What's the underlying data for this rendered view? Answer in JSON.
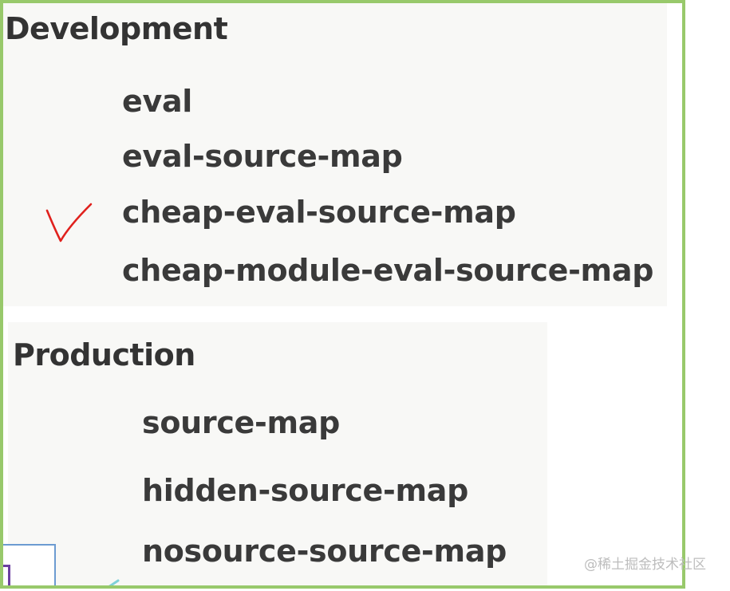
{
  "development": {
    "heading": "Development",
    "items": [
      "eval",
      "eval-source-map",
      "cheap-eval-source-map",
      "cheap-module-eval-source-map"
    ],
    "checked_item": "cheap-eval-source-map"
  },
  "production": {
    "heading": "Production",
    "items": [
      "source-map",
      "hidden-source-map",
      "nosource-source-map"
    ]
  },
  "watermark": "@稀土掘金技术社区",
  "colors": {
    "frame_border": "#98c96b",
    "panel_background": "#f8f8f6",
    "text": "#3a3a3a",
    "check_mark": "#e0211d",
    "watermark": "#bdbdbd"
  },
  "icons": {
    "check_mark": "check-mark-icon"
  }
}
